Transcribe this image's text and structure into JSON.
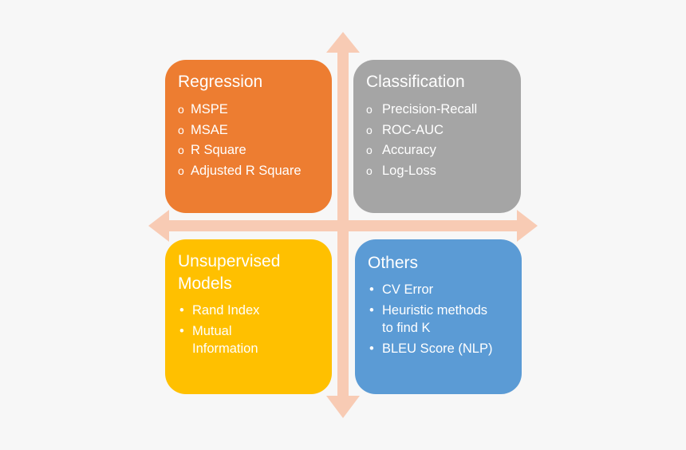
{
  "colors": {
    "arrow": "#f8cbb4",
    "regression": "#ed7d31",
    "classification": "#a5a5a5",
    "unsupervised": "#ffc000",
    "others": "#5b9bd5",
    "text": "#ffffff"
  },
  "quadrants": {
    "regression": {
      "title": "Regression",
      "marker": "o",
      "items": [
        "MSPE",
        "MSAE",
        "R Square",
        "Adjusted R Square"
      ]
    },
    "classification": {
      "title": "Classification",
      "marker": "o",
      "items": [
        "Precision-Recall",
        "ROC-AUC",
        "Accuracy",
        "Log-Loss"
      ]
    },
    "unsupervised": {
      "title": "Unsupervised\nModels",
      "marker": "•",
      "items": [
        "Rand Index",
        "Mutual\nInformation"
      ]
    },
    "others": {
      "title": "Others",
      "marker": "•",
      "items": [
        "CV Error",
        "Heuristic methods\nto find K",
        "BLEU Score (NLP)"
      ]
    }
  }
}
